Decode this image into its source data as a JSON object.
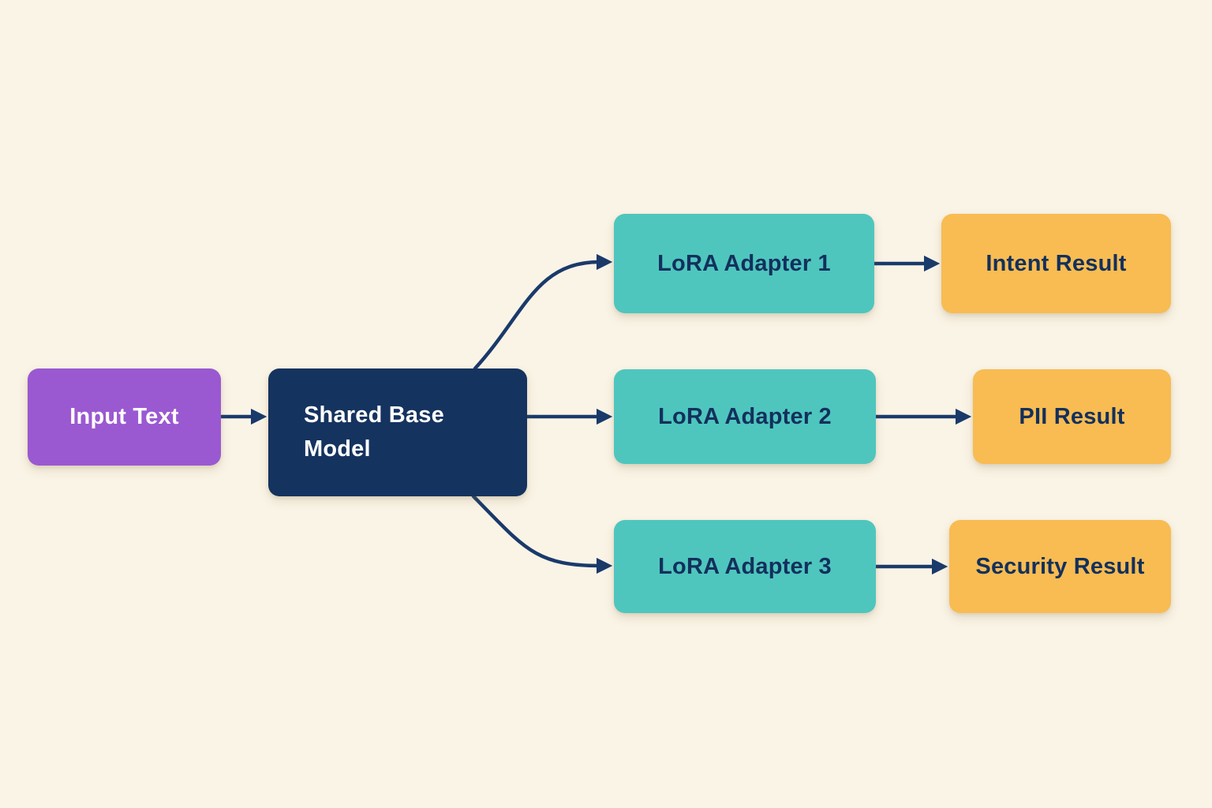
{
  "diagram": {
    "background_color": "#FAF4E6",
    "arrow_color": "#1A3A6B",
    "nodes": {
      "input_text": {
        "label": "Input Text",
        "color": "#9A59D1",
        "text_color": "#FFFFFF"
      },
      "shared_base_model": {
        "label": "Shared Base Model",
        "color": "#15335F",
        "text_color": "#FFFFFF"
      },
      "lora_adapter_1": {
        "label": "LoRA Adapter 1",
        "color": "#4EC6BE",
        "text_color": "#13305C"
      },
      "lora_adapter_2": {
        "label": "LoRA Adapter 2",
        "color": "#4EC6BE",
        "text_color": "#13305C"
      },
      "lora_adapter_3": {
        "label": "LoRA Adapter 3",
        "color": "#4EC6BE",
        "text_color": "#13305C"
      },
      "intent_result": {
        "label": "Intent Result",
        "color": "#F8BC52",
        "text_color": "#13305C"
      },
      "pii_result": {
        "label": "PII Result",
        "color": "#F8BC52",
        "text_color": "#13305C"
      },
      "security_result": {
        "label": "Security Result",
        "color": "#F8BC52",
        "text_color": "#13305C"
      }
    },
    "edges": [
      {
        "from": "input_text",
        "to": "shared_base_model"
      },
      {
        "from": "shared_base_model",
        "to": "lora_adapter_1"
      },
      {
        "from": "shared_base_model",
        "to": "lora_adapter_2"
      },
      {
        "from": "shared_base_model",
        "to": "lora_adapter_3"
      },
      {
        "from": "lora_adapter_1",
        "to": "intent_result"
      },
      {
        "from": "lora_adapter_2",
        "to": "pii_result"
      },
      {
        "from": "lora_adapter_3",
        "to": "security_result"
      }
    ]
  }
}
